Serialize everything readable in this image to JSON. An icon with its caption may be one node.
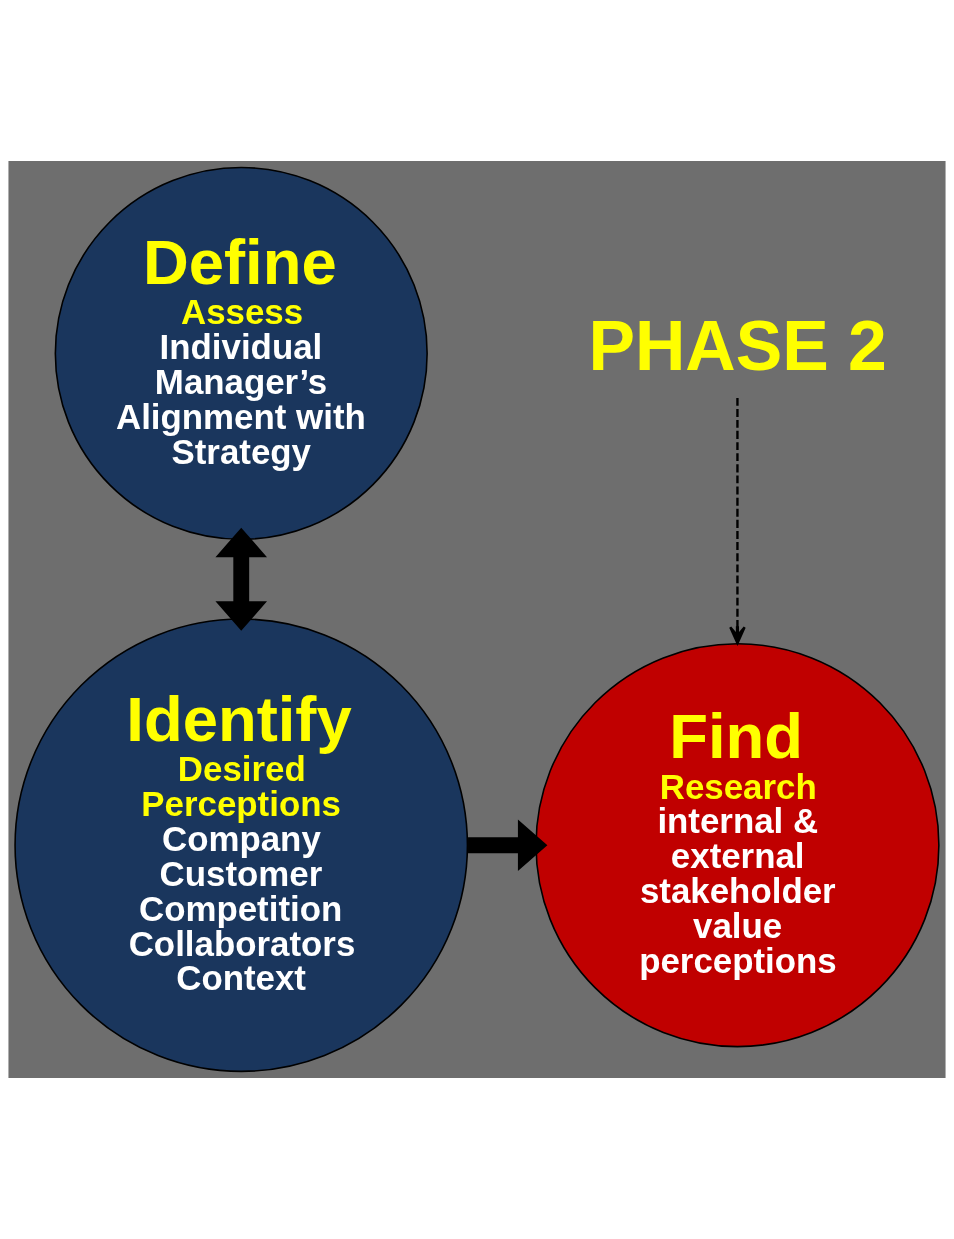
{
  "diagram": {
    "nodes": [
      {
        "text": [
          "Define",
          "Assess",
          "Individual Manager’s Alignment with Strategy"
        ]
      },
      {
        "text": [
          "Identify",
          "Desired Perceptions",
          "Company",
          "Customer",
          "Competition",
          "Collaborators",
          "Context"
        ]
      },
      {
        "text": [
          "Find",
          "Research",
          "internal & external stakeholder value perceptions"
        ]
      },
      {
        "text": [
          "PHASE 2"
        ]
      }
    ],
    "edges": [
      {
        "from": 0,
        "to": 1,
        "arrow": "both"
      },
      {
        "from": 1,
        "to": 2,
        "arrow": "to"
      },
      {
        "from": 3,
        "to": 2,
        "arrow": "to",
        "style": "dashed"
      }
    ]
  }
}
